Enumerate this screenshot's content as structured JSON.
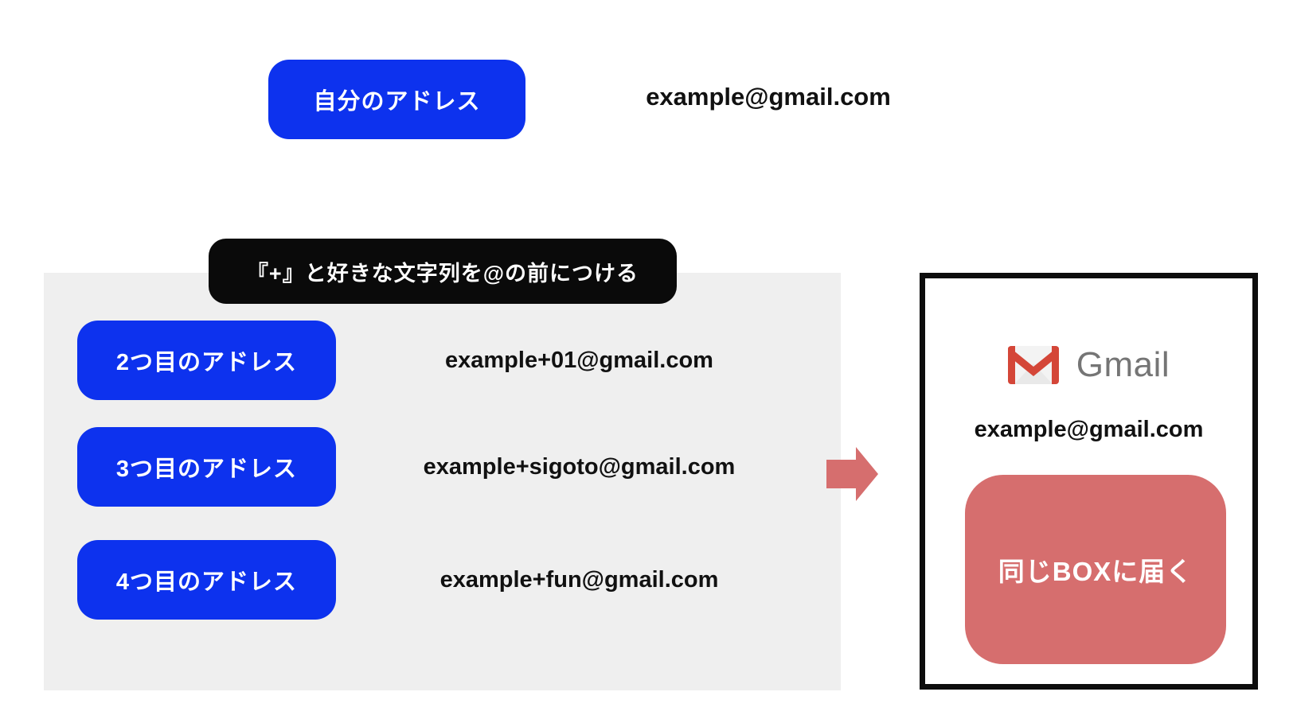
{
  "colors": {
    "accent_blue": "#0d32ee",
    "accent_red": "#d66e6e",
    "panel_gray": "#efefef",
    "callout_black": "#0a0a0a",
    "gmail_logo_red": "#d44638",
    "gmail_text_gray": "#757575"
  },
  "top": {
    "button_label": "自分のアドレス",
    "email": "example@gmail.com"
  },
  "callout": {
    "label": "『+』と好きな文字列を@の前につける"
  },
  "address_rows": [
    {
      "button_label": "2つ目のアドレス",
      "email": "example+01@gmail.com"
    },
    {
      "button_label": "3つ目のアドレス",
      "email": "example+sigoto@gmail.com"
    },
    {
      "button_label": "4つ目のアドレス",
      "email": "example+fun@gmail.com"
    }
  ],
  "arrow": {
    "meaning": "right-arrow"
  },
  "inbox_panel": {
    "logo_text": "Gmail",
    "email": "example@gmail.com",
    "result_label": "同じBOXに届く"
  }
}
